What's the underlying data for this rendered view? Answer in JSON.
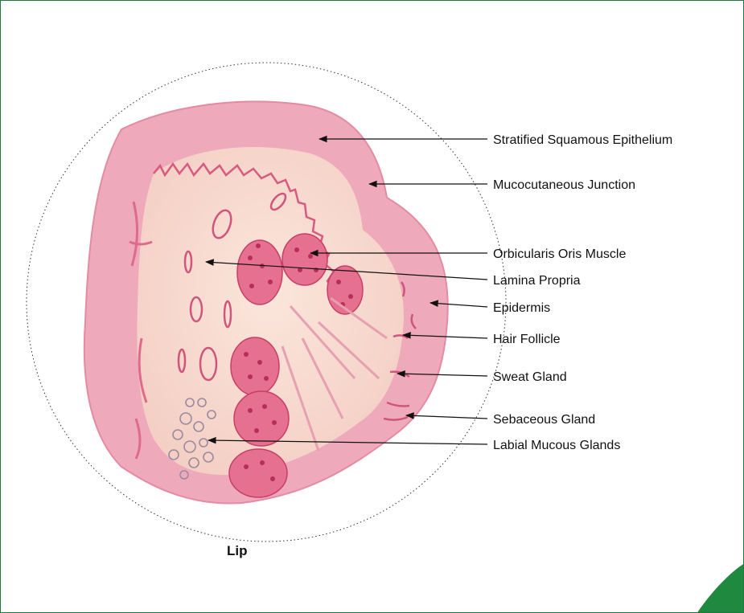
{
  "caption": "Lip",
  "labels": [
    "Stratified Squamous Epithelium",
    "Mucocutaneous Junction",
    "Orbicularis Oris Muscle",
    "Lamina Propria",
    "Epidermis",
    "Hair Follicle",
    "Sweat Gland",
    "Sebaceous Gland",
    "Labial Mucous Glands"
  ],
  "colors": {
    "frame_border": "#1e7a3c",
    "corner_accent": "#1f8a3f",
    "tissue_base": "#f6d9cf",
    "epithelium": "#eca0b4",
    "muscle": "#d9456e",
    "leader_line": "#111111"
  }
}
